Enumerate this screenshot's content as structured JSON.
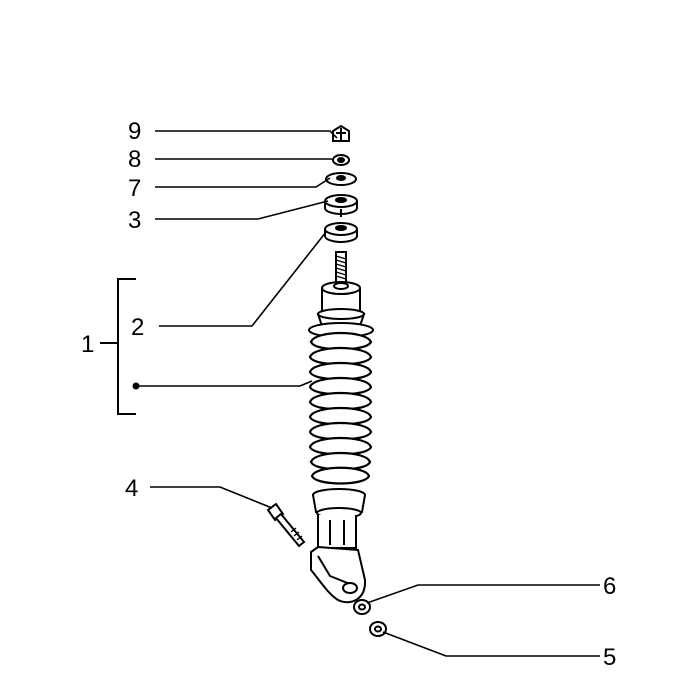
{
  "diagram": {
    "callouts": [
      {
        "id": "9",
        "label": "9"
      },
      {
        "id": "8",
        "label": "8"
      },
      {
        "id": "7",
        "label": "7"
      },
      {
        "id": "3",
        "label": "3"
      },
      {
        "id": "1",
        "label": "1"
      },
      {
        "id": "2",
        "label": "2"
      },
      {
        "id": "4",
        "label": "4"
      },
      {
        "id": "6",
        "label": "6"
      },
      {
        "id": "5",
        "label": "5"
      }
    ],
    "colors": {
      "ink": "#000000",
      "paper": "#ffffff"
    }
  }
}
